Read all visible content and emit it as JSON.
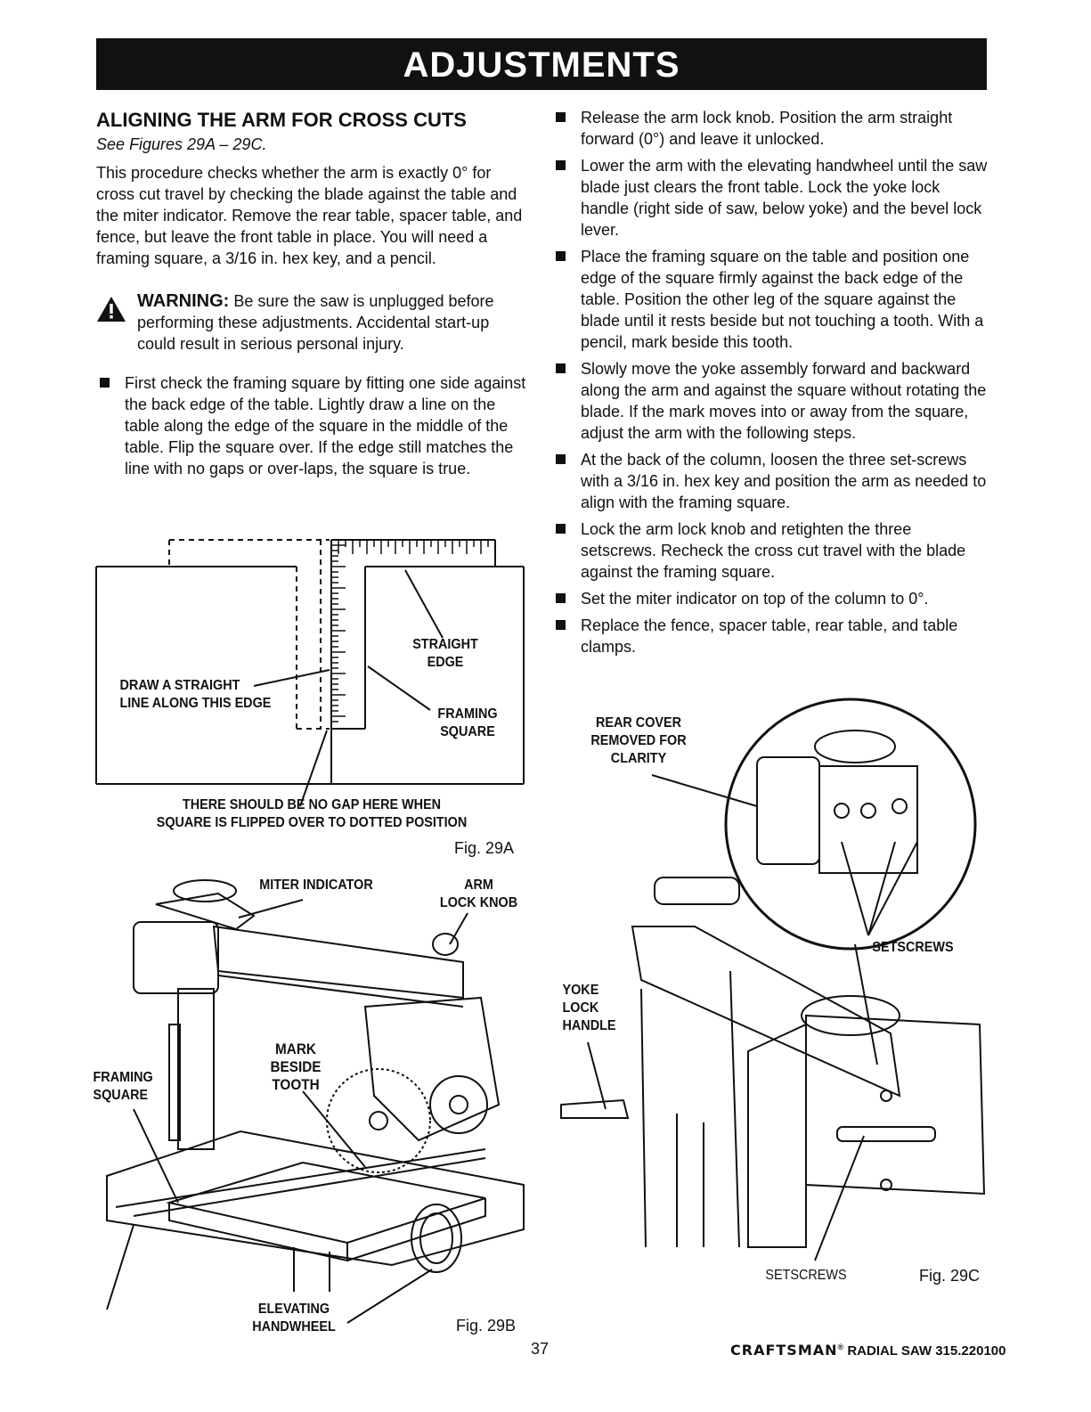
{
  "header": {
    "title": "ADJUSTMENTS"
  },
  "section": {
    "title": "ALIGNING THE ARM FOR CROSS CUTS",
    "see": "See Figures 29A – 29C.",
    "intro": "This procedure checks whether the arm is exactly 0° for cross cut travel by checking the blade against the table and the miter indicator. Remove the rear table, spacer table, and fence, but leave the front table in place. You will need a framing square, a 3/16 in. hex key, and a pencil.",
    "warning_label": "WARNING:",
    "warning_text": "Be sure the saw is unplugged before performing these adjustments. Accidental start-up could result in serious personal injury.",
    "left_steps": [
      "First check the framing square by fitting one side against the back edge of the table. Lightly draw a line on the table along the edge of the square in the middle of the table. Flip the square over. If the edge still matches the line with no gaps or over-laps, the square is true."
    ],
    "right_steps": [
      "Release the arm lock knob. Position the arm straight forward (0°) and leave it unlocked.",
      "Lower the arm with the elevating handwheel until the saw blade just clears the front table. Lock the yoke lock handle (right side of saw, below yoke) and the bevel lock lever.",
      "Place the framing square on the table and position one edge of the square firmly against the back edge of the table. Position the other leg of the square against the blade until it rests beside but not touching a tooth. With a pencil, mark beside this tooth.",
      "Slowly move the yoke assembly forward and backward along the arm and against the square without rotating the blade. If the mark moves into or away from the square, adjust the arm with the following steps.",
      "At the back of the column, loosen the three set-screws with a 3/16 in. hex key and position the arm as needed to align with the framing square.",
      "Lock the arm lock knob and retighten the three setscrews. Recheck the cross cut travel with the blade against the framing square.",
      "Set the miter indicator on top of the column to 0°.",
      "Replace the fence, spacer table, rear table, and table clamps."
    ]
  },
  "fig29a": {
    "caption": "Fig. 29A",
    "label_draw_1": "DRAW A STRAIGHT",
    "label_draw_2": "LINE ALONG THIS EDGE",
    "label_straight_1": "STRAIGHT",
    "label_straight_2": "EDGE",
    "label_framing_1": "FRAMING",
    "label_framing_2": "SQUARE",
    "label_gap_1": "THERE SHOULD BE NO GAP HERE WHEN",
    "label_gap_2": "SQUARE IS FLIPPED OVER TO DOTTED POSITION"
  },
  "fig29b": {
    "caption": "Fig. 29B",
    "label_miter": "MITER INDICATOR",
    "label_arm_1": "ARM",
    "label_arm_2": "LOCK KNOB",
    "label_mark_1": "MARK",
    "label_mark_2": "BESIDE",
    "label_mark_3": "TOOTH",
    "label_framing_1": "FRAMING",
    "label_framing_2": "SQUARE",
    "label_elev_1": "ELEVATING",
    "label_elev_2": "HANDWHEEL"
  },
  "fig29c": {
    "caption": "Fig. 29C",
    "label_rear_1": "REAR COVER",
    "label_rear_2": "REMOVED FOR",
    "label_rear_3": "CLARITY",
    "label_setscrews_top": "SETSCREWS",
    "label_yoke_1": "YOKE",
    "label_yoke_2": "LOCK",
    "label_yoke_3": "HANDLE",
    "label_setscrews_bottom": "SETSCREWS"
  },
  "footer": {
    "page_number": "37",
    "brand": "CRAFTSMAN",
    "reg": "®",
    "model": "RADIAL SAW 315.220100"
  }
}
